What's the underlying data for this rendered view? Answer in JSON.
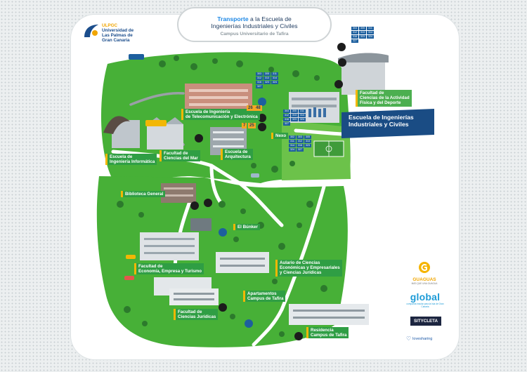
{
  "title": {
    "accent": "Transporte",
    "line1_rest": " a la Escuela de",
    "line2": "Ingenierías Industriales y Civiles",
    "subtitle": "Campus Universitario de Tafira"
  },
  "university": {
    "short": "ULPGC",
    "line1": "Universidad de",
    "line2": "Las Palmas de",
    "line3": "Gran Canaria"
  },
  "highlight_banner": "Escuela de Ingenierías\nIndustriales y Civiles",
  "buildings": [
    {
      "id": "telecom",
      "label": "Escuela de Ingeniería\nde Telecomunicación y Electrónica"
    },
    {
      "id": "actividad-fisica",
      "label": "Facultad de\nCiencias de la Actividad\nFísica y del Deporte"
    },
    {
      "id": "nexo",
      "label": "Nexo"
    },
    {
      "id": "informatica",
      "label": "Escuela de\nIngeniería Informática"
    },
    {
      "id": "ciencias-mar",
      "label": "Facultad de\nCiencias del Mar"
    },
    {
      "id": "arquitectura",
      "label": "Escuela de\nArquitectura"
    },
    {
      "id": "biblioteca",
      "label": "Biblioteca General"
    },
    {
      "id": "bunker",
      "label": "El Búnker"
    },
    {
      "id": "economia",
      "label": "Facultad de\nEconomía, Empresa y Turismo"
    },
    {
      "id": "aulario",
      "label": "Aulario de Ciencias\nEconómicas y Empresariales\ny Ciencias Jurídicas"
    },
    {
      "id": "apartamentos",
      "label": "Apartamentos\nCampus de Tafira"
    },
    {
      "id": "juridicas",
      "label": "Facultad de\nCiencias Jurídicas"
    },
    {
      "id": "residencia",
      "label": "Residencia\nCampus de Tafira"
    }
  ],
  "bus_line_badges": [
    "26",
    "48",
    "7",
    "25"
  ],
  "bus_stop_groups": [
    {
      "id": "north",
      "lines": [
        "303",
        "305",
        "311",
        "312",
        "313",
        "314",
        "316",
        "323",
        "324",
        "327"
      ]
    },
    {
      "id": "center",
      "lines": [
        "303",
        "305",
        "311",
        "312",
        "313",
        "314",
        "316",
        "323",
        "324",
        "327"
      ]
    },
    {
      "id": "east",
      "lines": [
        "302",
        "303",
        "305",
        "311",
        "312",
        "313",
        "314",
        "316",
        "323",
        "324",
        "327"
      ]
    },
    {
      "id": "top-right",
      "lines": [
        "303",
        "305",
        "311",
        "312",
        "313",
        "314",
        "316",
        "323",
        "324",
        "327"
      ]
    }
  ],
  "brands": {
    "guaguas_name": "GUAGUAS",
    "guaguas_tag": "MÁS QUE UNA GUAGUA",
    "global_name": "global",
    "global_tag": "compañía insular para la Isla de Gran Canaria",
    "sitycleta": "SITYCLETA",
    "lovesharing": "lovesharing"
  },
  "icons": [
    "bus-stop-icon",
    "bicycle-icon",
    "motorbike-icon",
    "car-icon",
    "bus-icon",
    "palm-tree-icon",
    "pine-tree-icon",
    "person-icon"
  ],
  "colors": {
    "grass": "#47b037",
    "grass_light": "#6cc24a",
    "road": "#9aa0a6",
    "label_bg": "#2f9e44",
    "label_accent": "#f2b705",
    "banner": "#1a4c84",
    "stop": "#1d5f9e"
  }
}
